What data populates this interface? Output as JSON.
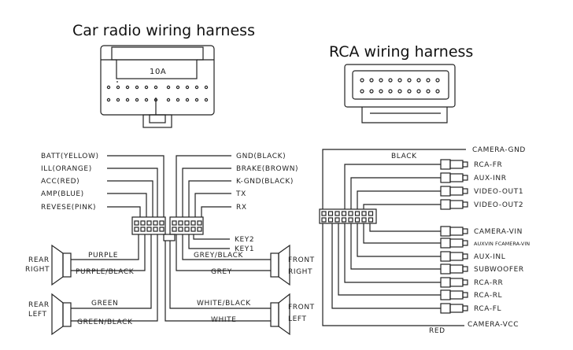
{
  "titles": {
    "car_radio": "Car radio wiring harness",
    "rca": "RCA wiring harness"
  },
  "car_connector_label": "10A",
  "left_wires": [
    "BATT(YELLOW)",
    "ILL(ORANGE)",
    "ACC(RED)",
    "AMP(BLUE)",
    "REVESE(PINK)"
  ],
  "right_wires": [
    "GND(BLACK)",
    "BRAKE(BROWN)",
    "K-GND(BLACK)",
    "TX",
    "RX"
  ],
  "keys": [
    "KEY2",
    "KEY1"
  ],
  "speakers": {
    "rear_right": "REAR\nRIGHT",
    "rear_left": "REAR\nLEFT",
    "front_right": "FRONT\nRIGHT",
    "front_left": "FRONT\nLEFT"
  },
  "speaker_wires": {
    "purple": "PURPLE",
    "purple_black": "PURPLE/BLACK",
    "green": "GREEN",
    "green_black": "GREEN/BLACK",
    "grey_black": "GREY/BLACK",
    "grey": "GREY",
    "white_black": "WHITE/BLACK",
    "white": "WHITE"
  },
  "rca": {
    "black": "BLACK",
    "red": "RED",
    "camera_gnd": "CAMERA-GND",
    "camera_vcc": "CAMERA-VCC",
    "jacks": [
      "RCA-FR",
      "AUX-INR",
      "VIDEO-OUT1",
      "VIDEO-OUT2",
      "CAMERA-VIN",
      "AUXVIN FCAMERA-VIN",
      "AUX-INL",
      "SUBWOOFER",
      "RCA-RR",
      "RCA-RL",
      "RCA-FL"
    ]
  }
}
